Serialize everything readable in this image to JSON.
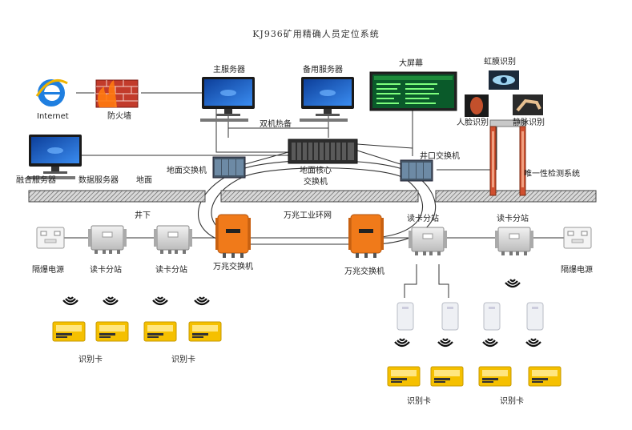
{
  "title": "KJ936矿用精确人员定位系统",
  "labels": {
    "internet": "Internet",
    "firewall": "防火墙",
    "main_server": "主服务器",
    "backup_server": "备用服务器",
    "dual_hot_standby": "双机热备",
    "big_screen": "大屏幕",
    "iris": "虹膜识别",
    "face": "人脸识别",
    "vein": "静脉识别",
    "fusion_server": "融合服务器",
    "data_server": "数据服务器",
    "ground": "地面",
    "ground_switch": "地面交换机",
    "ground_core_line1": "地面核心",
    "ground_core_line2": "交换机",
    "shaft_switch": "井口交换机",
    "uniqueness_detection": "唯一性检测系统",
    "underground": "井下",
    "ring_network": "万兆工业环网",
    "card_station": "读卡分站",
    "gigabit_switch": "万兆交换机",
    "explosion_proof_power": "隔爆电源",
    "id_card": "识别卡"
  },
  "colors": {
    "accent_orange": "#f07a1a",
    "card_yellow": "#f5c000",
    "screen_green": "#0a5a2a",
    "monitor_blue": "#1f6fd8"
  }
}
